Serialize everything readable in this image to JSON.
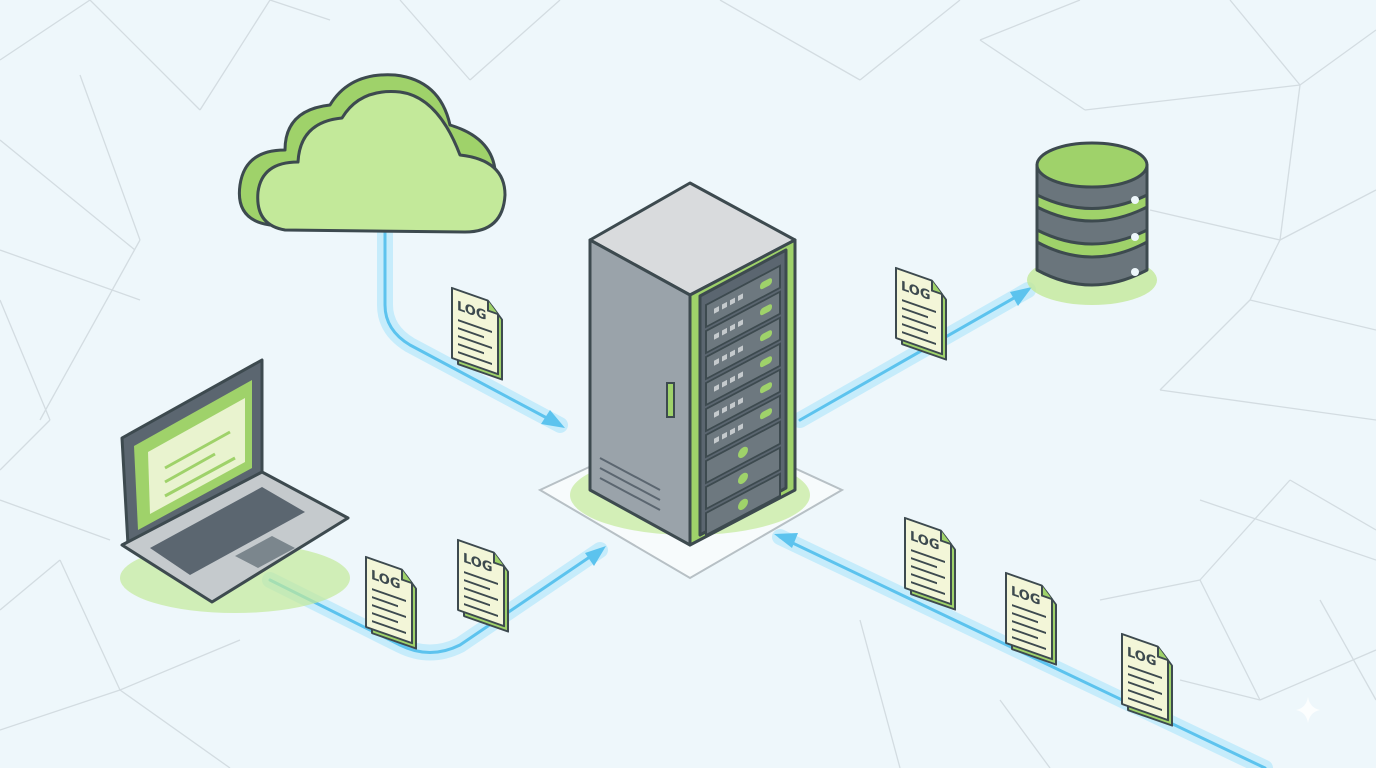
{
  "colors": {
    "background": "#eef7fb",
    "accent_green": "#9fd26a",
    "light_green": "#c3e99a",
    "flow_blue": "#5cc3ee",
    "flow_glow": "#c6ecfb",
    "outline": "#3d4a4f",
    "server_gray": "#9aa3aa",
    "document_paper": "#f3f6d8"
  },
  "icons": [
    "cloud-icon",
    "server-rack-icon",
    "database-icon",
    "laptop-icon",
    "log-document-icon",
    "sparkle-watermark-icon"
  ],
  "logs": [
    {
      "label": "LOG"
    },
    {
      "label": "LOG"
    },
    {
      "label": "LOG"
    },
    {
      "label": "LOG"
    },
    {
      "label": "LOG"
    },
    {
      "label": "LOG"
    },
    {
      "label": "LOG"
    }
  ]
}
